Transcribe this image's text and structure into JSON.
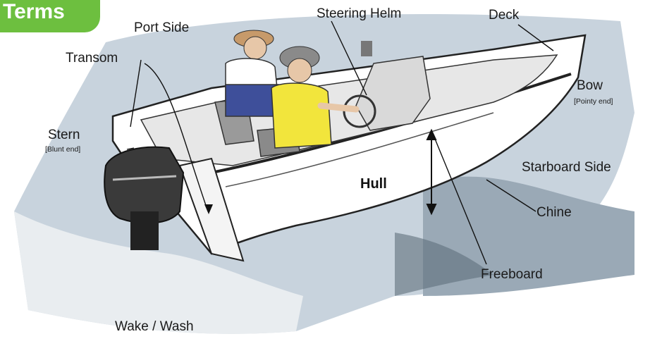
{
  "badge": {
    "text": "Terms",
    "color": "#6dbf3f"
  },
  "labels": {
    "port_side": "Port Side",
    "steering_helm": "Steering Helm",
    "deck": "Deck",
    "transom": "Transom",
    "bow": "Bow",
    "bow_note": "[Pointy end]",
    "stern": "Stern",
    "stern_note": "[Blunt end]",
    "starboard_side": "Starboard Side",
    "hull": "Hull",
    "chine": "Chine",
    "freeboard": "Freeboard",
    "wake_wash": "Wake / Wash"
  },
  "illustration": "boat-with-two-people-icon",
  "colors": {
    "water": "#c8d3dd",
    "hull": "#ffffff",
    "shirt_yellow": "#f2e53c",
    "shirt_blue": "#3e4f9a",
    "motor": "#3a3a3a"
  }
}
